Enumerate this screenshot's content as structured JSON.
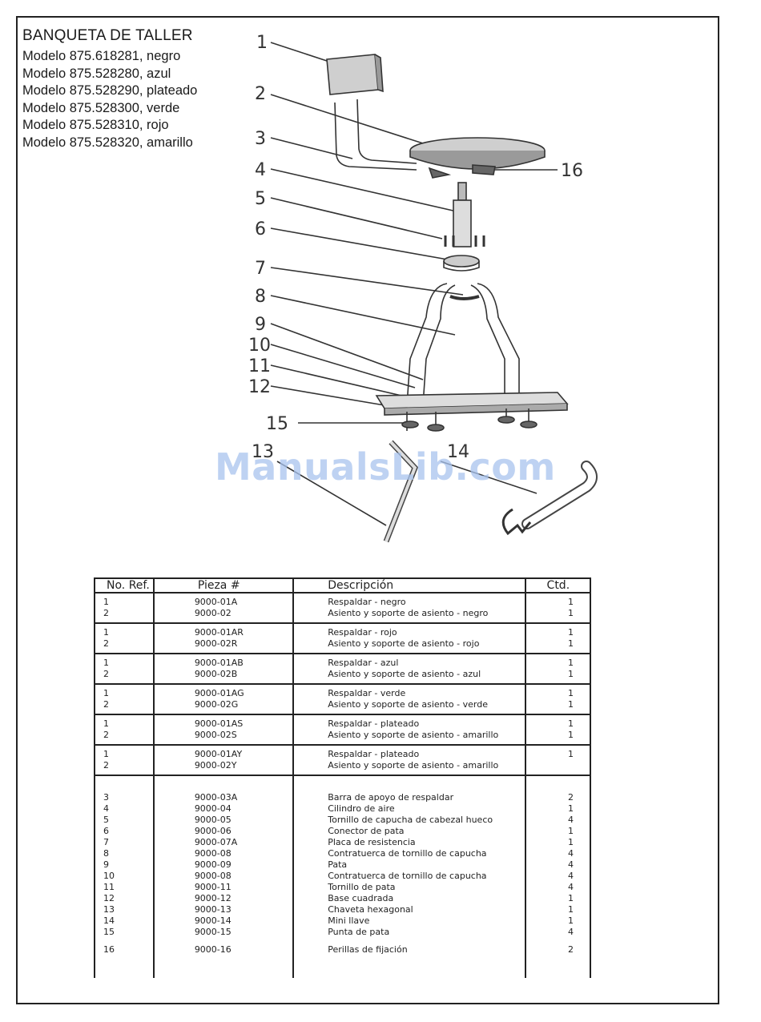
{
  "header": {
    "title": "BANQUETA DE TALLER",
    "models": [
      "Modelo 875.618281, negro",
      "Modelo 875.528280, azul",
      "Modelo 875.528290, plateado",
      "Modelo 875.528300, verde",
      "Modelo  875.528310, rojo",
      "Modelo 875.528320, amarillo"
    ]
  },
  "diagram": {
    "callouts": [
      "1",
      "2",
      "3",
      "4",
      "5",
      "6",
      "7",
      "8",
      "9",
      "10",
      "11",
      "12",
      "15",
      "13",
      "14",
      "16"
    ]
  },
  "watermark": "ManualsLib.com",
  "table": {
    "headers": [
      "No. Ref.",
      "Pieza #",
      "Descripción",
      "Ctd."
    ],
    "color_groups": [
      [
        [
          "1",
          "9000-01A",
          "Respaldar - negro",
          "1"
        ],
        [
          "2",
          "9000-02",
          "Asiento y soporte de asiento - negro",
          "1"
        ]
      ],
      [
        [
          "1",
          "9000-01AR",
          "Respaldar - rojo",
          "1"
        ],
        [
          "2",
          "9000-02R",
          "Asiento y soporte de asiento - rojo",
          "1"
        ]
      ],
      [
        [
          "1",
          "9000-01AB",
          "Respaldar - azul",
          "1"
        ],
        [
          "2",
          "9000-02B",
          "Asiento y soporte de asiento - azul",
          "1"
        ]
      ],
      [
        [
          "1",
          "9000-01AG",
          "Respaldar - verde",
          "1"
        ],
        [
          "2",
          "9000-02G",
          "Asiento y soporte de asiento - verde",
          "1"
        ]
      ],
      [
        [
          "1",
          "9000-01AS",
          "Respaldar - plateado",
          "1"
        ],
        [
          "2",
          "9000-02S",
          "Asiento y soporte de asiento - amarillo",
          "1"
        ]
      ],
      [
        [
          "1",
          "9000-01AY",
          "Respaldar - plateado",
          "1"
        ],
        [
          "2",
          "9000-02Y",
          "Asiento y soporte de asiento - amarillo",
          ""
        ]
      ]
    ],
    "common_parts": [
      [
        "3",
        "9000-03A",
        "Barra de apoyo de respaldar",
        "2"
      ],
      [
        "4",
        "9000-04",
        "Cilindro de aire",
        "1"
      ],
      [
        "5",
        "9000-05",
        "Tornillo de capucha de cabezal hueco",
        "4"
      ],
      [
        "6",
        "9000-06",
        "Conector de pata",
        "1"
      ],
      [
        "7",
        "9000-07A",
        "Placa de resistencia",
        "1"
      ],
      [
        "8",
        "9000-08",
        "Contratuerca de tornillo de capucha",
        "4"
      ],
      [
        "9",
        "9000-09",
        "Pata",
        "4"
      ],
      [
        "10",
        "9000-08",
        "Contratuerca de tornillo de capucha",
        "4"
      ],
      [
        "11",
        "9000-11",
        "Tornillo de pata",
        "4"
      ],
      [
        "12",
        "9000-12",
        "Base cuadrada",
        "1"
      ],
      [
        "13",
        "9000-13",
        "Chaveta hexagonal",
        "1"
      ],
      [
        "14",
        "9000-14",
        "Mini llave",
        "1"
      ],
      [
        "15",
        "9000-15",
        "Punta de pata",
        "4"
      ],
      [
        "16",
        "9000-16",
        "Perillas de fijación",
        "2"
      ]
    ]
  }
}
